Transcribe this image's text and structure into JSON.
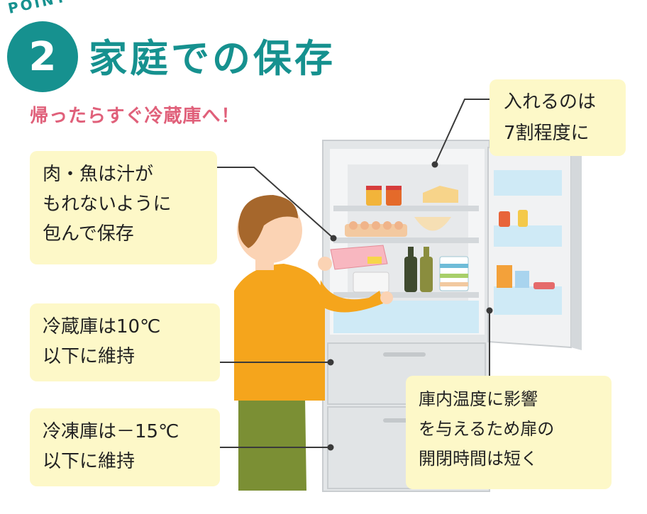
{
  "header": {
    "point_label": "POINT",
    "point_number": "2",
    "title": "家庭での保存",
    "subtitle": "帰ったらすぐ冷蔵庫へ！"
  },
  "notes": {
    "fill_level": {
      "lines": [
        "入れるのは",
        "7割程度に"
      ]
    },
    "meat_fish": {
      "lines": [
        "肉・魚は汁が",
        "もれないように",
        "包んで保存"
      ]
    },
    "fridge_temp": {
      "lines": [
        "冷蔵庫は10℃",
        "以下に維持"
      ]
    },
    "freezer_temp": {
      "lines": [
        "冷凍庫は－15℃",
        "以下に維持"
      ]
    },
    "door_open": {
      "lines": [
        "庫内温度に影響",
        "を与えるため扉の",
        "開閉時間は短く"
      ]
    }
  },
  "colors": {
    "accent": "#16918f",
    "subtitle": "#e0607a",
    "note_bg": "#fdf8c8"
  }
}
